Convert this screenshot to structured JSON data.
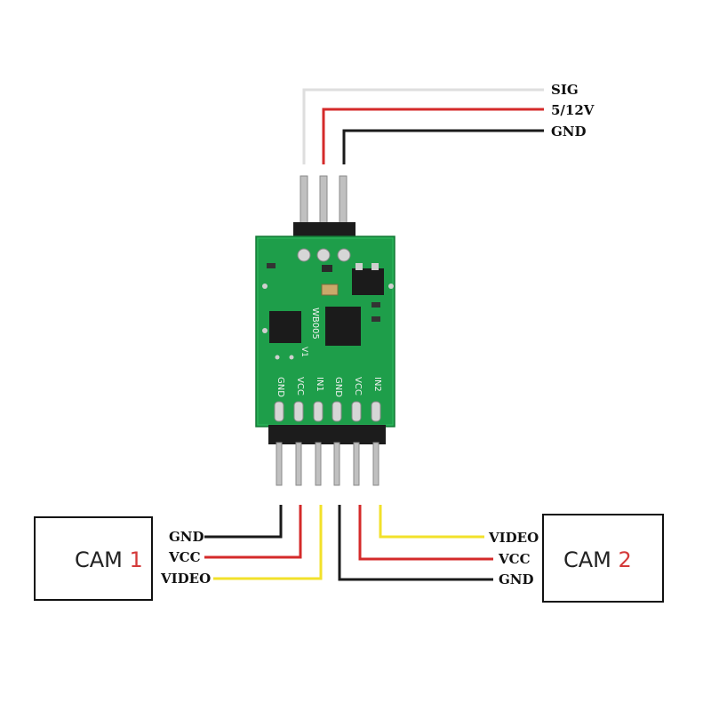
{
  "colors": {
    "wire_signal_white": "#e6e6e6",
    "wire_power_red": "#d42a2a",
    "wire_ground_black": "#1a1a1a",
    "wire_video_yellow": "#f2e12a",
    "pcb_green": "#1e9e4a",
    "pin_silver": "#c8c8c8",
    "header_black": "#1c1c1c"
  },
  "top_wires": {
    "sig": "SIG",
    "power": "5/12V",
    "gnd": "GND"
  },
  "board": {
    "model": "WB005",
    "version": "V1",
    "pins": [
      "GND",
      "VCC",
      "IN1",
      "GND",
      "VCC",
      "IN2"
    ]
  },
  "cam1": {
    "name": "CAM ",
    "number": "1",
    "wires": {
      "gnd": "GND",
      "vcc": "VCC",
      "video": "VIDEO"
    }
  },
  "cam2": {
    "name": "CAM ",
    "number": "2",
    "wires": {
      "video": "VIDEO",
      "vcc": "VCC",
      "gnd": "GND"
    }
  }
}
